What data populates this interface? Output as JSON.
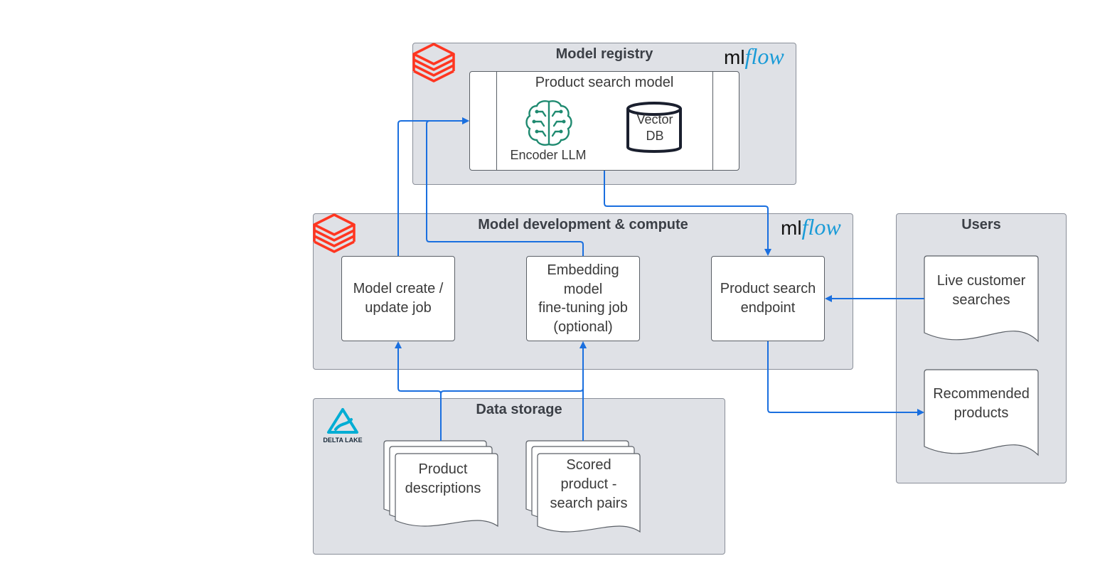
{
  "registry": {
    "title": "Model registry",
    "model_box_title": "Product search model",
    "encoder_label": "Encoder LLM",
    "vector_db_label": "Vector\nDB",
    "mlflow_logo": {
      "ml": "ml",
      "flow": "flow"
    }
  },
  "dev": {
    "title": "Model development & compute",
    "create_job": "Model create /\nupdate job",
    "finetune_job": "Embedding\nmodel\nfine-tuning job\n(optional)",
    "endpoint": "Product search\nendpoint",
    "mlflow_logo": {
      "ml": "ml",
      "flow": "flow"
    }
  },
  "users": {
    "title": "Users",
    "live_searches": "Live customer\nsearches",
    "recommended": "Recommended\nproducts"
  },
  "storage": {
    "title": "Data storage",
    "delta_lake_label": "DELTA LAKE",
    "product_descriptions": "Product\ndescriptions",
    "scored_pairs": "Scored\nproduct -\nsearch pairs"
  },
  "colors": {
    "group_bg": "#dfe1e6",
    "arrow": "#1a6fdf",
    "databricks_red": "#ff3621",
    "brain_green": "#1f8a70",
    "delta_teal": "#00add4"
  },
  "icons": {
    "databricks": "databricks-stack-icon",
    "brain": "brain-circuit-icon",
    "database": "database-cylinder-icon",
    "delta": "delta-lake-icon"
  }
}
